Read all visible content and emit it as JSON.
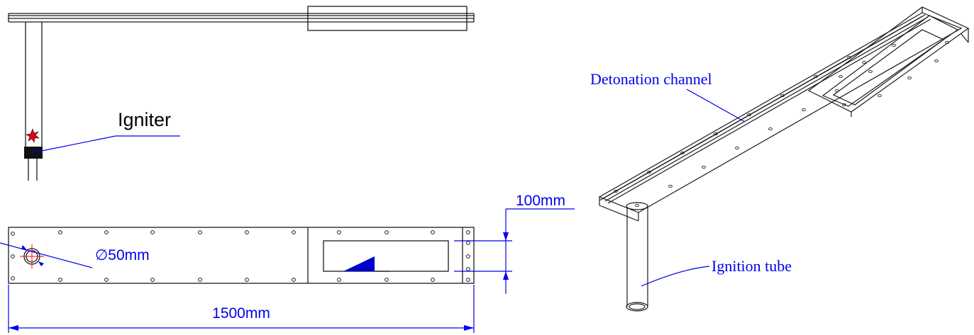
{
  "labels": {
    "igniter": "Igniter",
    "diameter": "∅50mm",
    "height_dim": "100mm",
    "length_dim": "1500mm",
    "detonation_channel": "Detonation channel",
    "ignition_tube": "Ignition tube"
  },
  "colors": {
    "line": "#1a1a1a",
    "dimension": "#0000ee",
    "igniter_star": "#e0001a",
    "crosshair": "#ff0000",
    "wedge_fill": "#0000cc"
  }
}
